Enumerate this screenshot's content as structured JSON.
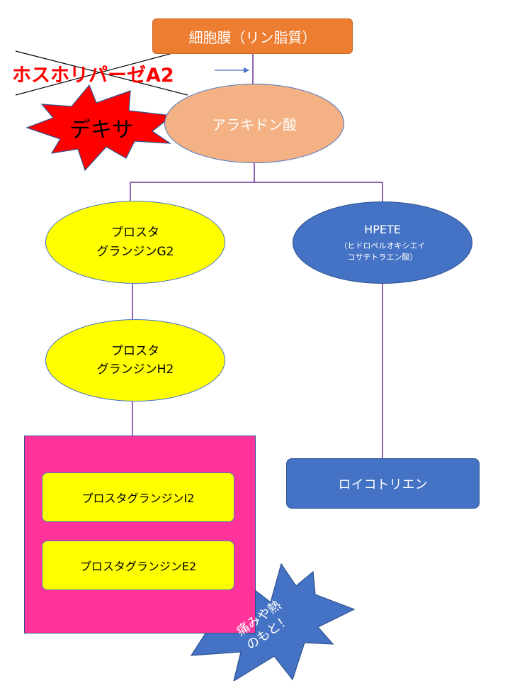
{
  "nodes": {
    "membrane": "細胞膜（リン脂質）",
    "arachidonic_acid": "アラキドン酸",
    "pgg2": [
      "プロスタ",
      "グランジンG2"
    ],
    "pgh2": [
      "プロスタ",
      "グランジンH2"
    ],
    "hpete": {
      "title": "HPETE",
      "sub": [
        "（ヒドロペルオキシエイ",
        "コサテトラエン酸）"
      ]
    },
    "pgi2": "プロスタグランジンI2",
    "pge2": "プロスタグランジンE2",
    "leukotriene": "ロイコトリエン"
  },
  "annotations": {
    "enzyme": "ホスホリパーゼA2",
    "drug": "デキサ",
    "pain": [
      "痛みや熱",
      "のもと！"
    ]
  },
  "colors": {
    "membrane": "#ED7D31",
    "arachidonic": "#F4B183",
    "prostaglandin": "#FFFF00",
    "lipoxygenase_path": "#4472C4",
    "final_box": "#FF3399",
    "connector": "#7030A0",
    "enzyme_text": "#FF0000",
    "drug_burst": "#FF0000",
    "pain_burst": "#4472C4"
  }
}
